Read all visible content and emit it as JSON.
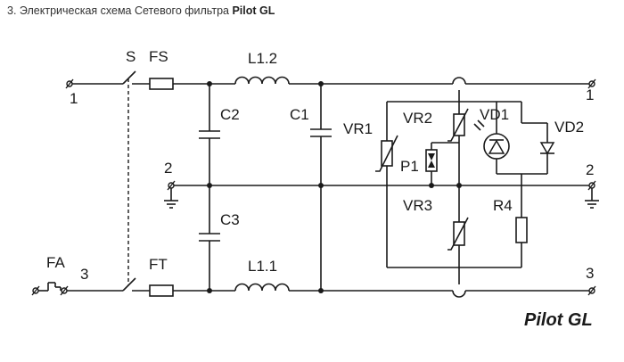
{
  "caption": {
    "number": "3.",
    "text": "Электрическая схема Сетевого фильтра",
    "product": "Pilot GL"
  },
  "labels": {
    "line1_left": "1",
    "line2_left": "2",
    "line3_left": "3",
    "line1_right": "1",
    "line2_right": "2",
    "line3_right": "3",
    "switch": "S",
    "fuse_top": "FS",
    "fuse_bottom": "FT",
    "breaker": "FA",
    "inductor_top": "L1.2",
    "inductor_bottom": "L1.1",
    "cap_c2": "C2",
    "cap_c3": "C3",
    "cap_c1": "C1",
    "varistor_vr1": "VR1",
    "varistor_vr2": "VR2",
    "varistor_vr3": "VR3",
    "diode_vd1": "VD1",
    "diode_vd2": "VD2",
    "protector_p1": "P1",
    "resistor_r4": "R4"
  },
  "brand": "Pilot GL"
}
